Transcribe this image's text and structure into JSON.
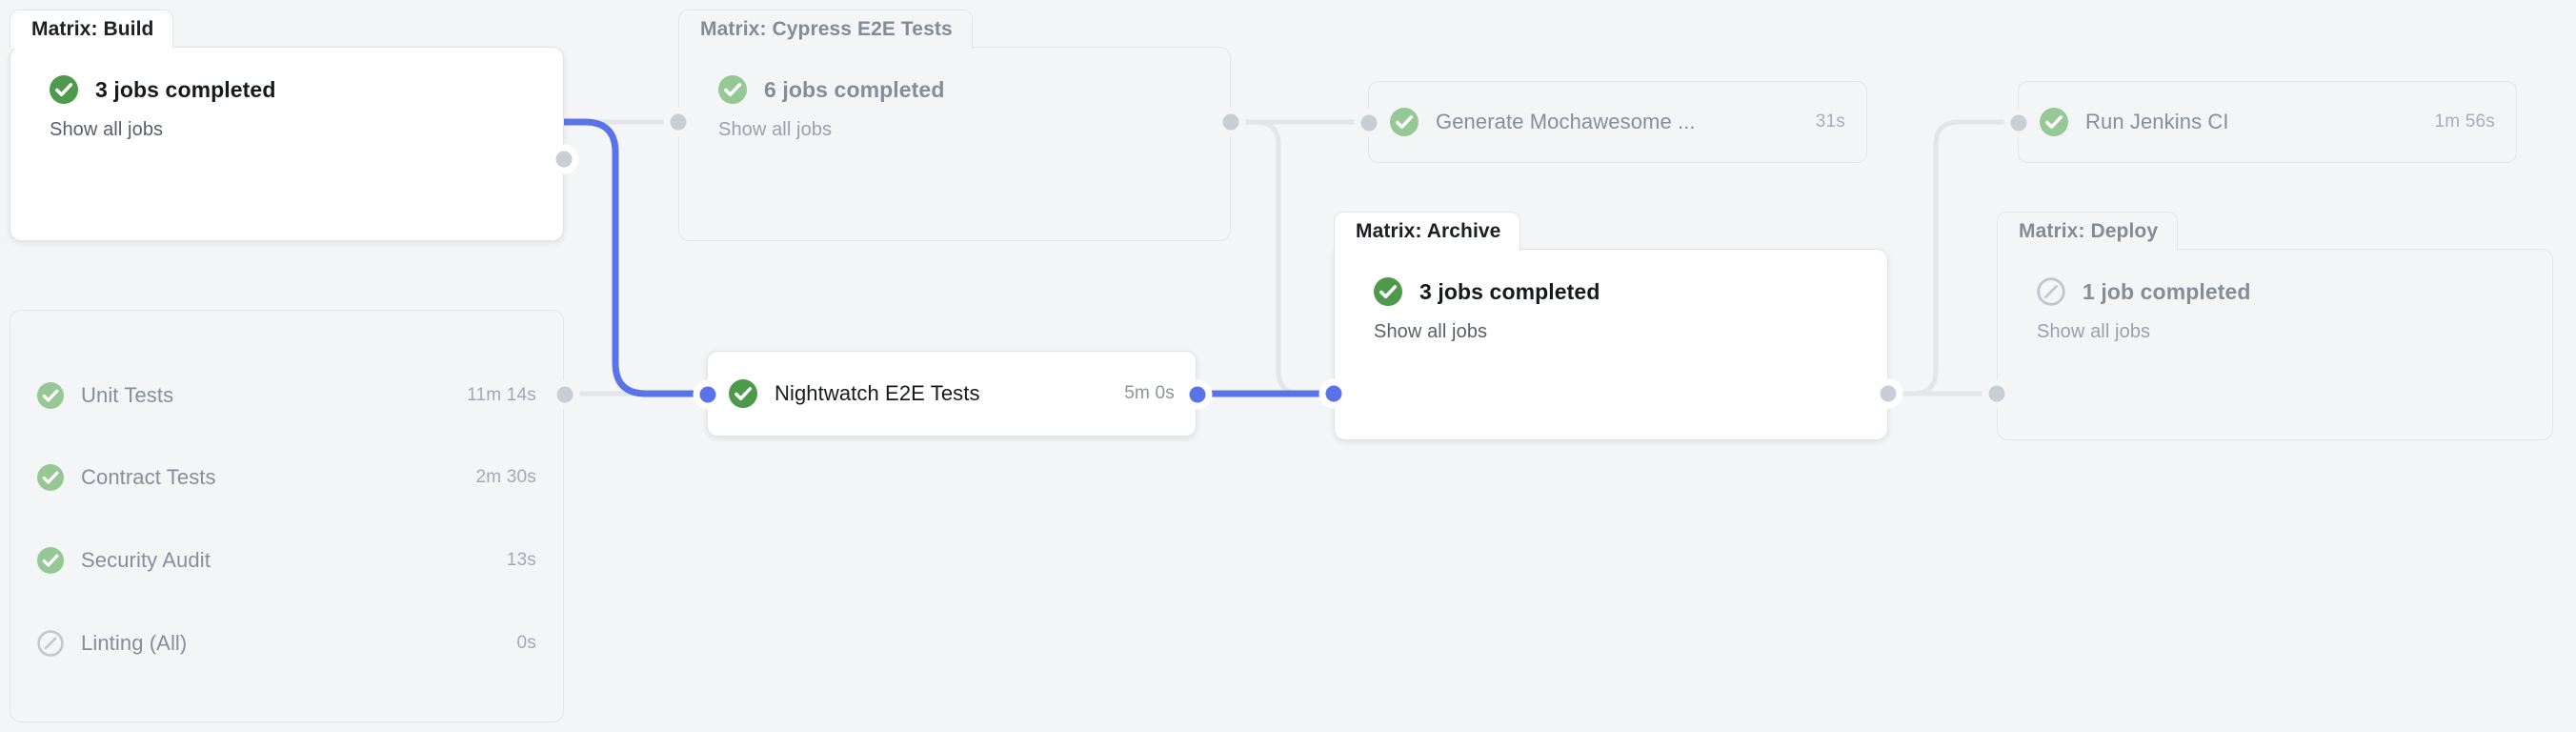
{
  "canvas": {
    "background_color": "#f4f5f7",
    "accent_color": "#5b73e8",
    "success_color": "#4d9a4d",
    "skipped_color": "#c2c7ce"
  },
  "groups": [
    {
      "id": "matrix-build",
      "tab_label": "Matrix: Build",
      "status_icon": "success-check-icon",
      "status_text": "3 jobs completed",
      "show_all_label": "Show all jobs",
      "state": "active"
    },
    {
      "id": "matrix-cypress-e2e-tests",
      "tab_label": "Matrix: Cypress E2E Tests",
      "status_icon": "success-check-icon",
      "status_text": "6 jobs completed",
      "show_all_label": "Show all jobs",
      "state": "dim"
    },
    {
      "id": "matrix-archive",
      "tab_label": "Matrix: Archive",
      "status_icon": "success-check-icon",
      "status_text": "3 jobs completed",
      "show_all_label": "Show all jobs",
      "state": "active"
    },
    {
      "id": "matrix-deploy",
      "tab_label": "Matrix: Deploy",
      "status_icon": "skipped-slash-icon",
      "status_text": "1 job completed",
      "show_all_label": "Show all jobs",
      "state": "dim"
    }
  ],
  "job_list": {
    "id": "build-jobs-list",
    "jobs": [
      {
        "icon": "success-check-icon",
        "name": "Unit Tests",
        "duration": "11m 14s"
      },
      {
        "icon": "success-check-icon",
        "name": "Contract Tests",
        "duration": "2m 30s"
      },
      {
        "icon": "success-check-icon",
        "name": "Security Audit",
        "duration": "13s"
      },
      {
        "icon": "skipped-slash-icon",
        "name": "Linting (All)",
        "duration": "0s"
      }
    ]
  },
  "nodes": [
    {
      "id": "nightwatch-e2e-tests",
      "label": "Nightwatch E2E Tests",
      "duration": "5m 0s",
      "icon": "success-check-icon",
      "state": "active"
    },
    {
      "id": "generate-mochawesome-report",
      "label": "Generate Mochawesome ...",
      "duration": "31s",
      "icon": "success-check-icon",
      "state": "dim"
    },
    {
      "id": "run-jenkins-ci",
      "label": "Run Jenkins CI",
      "duration": "1m 56s",
      "icon": "success-check-icon",
      "state": "dim"
    }
  ]
}
